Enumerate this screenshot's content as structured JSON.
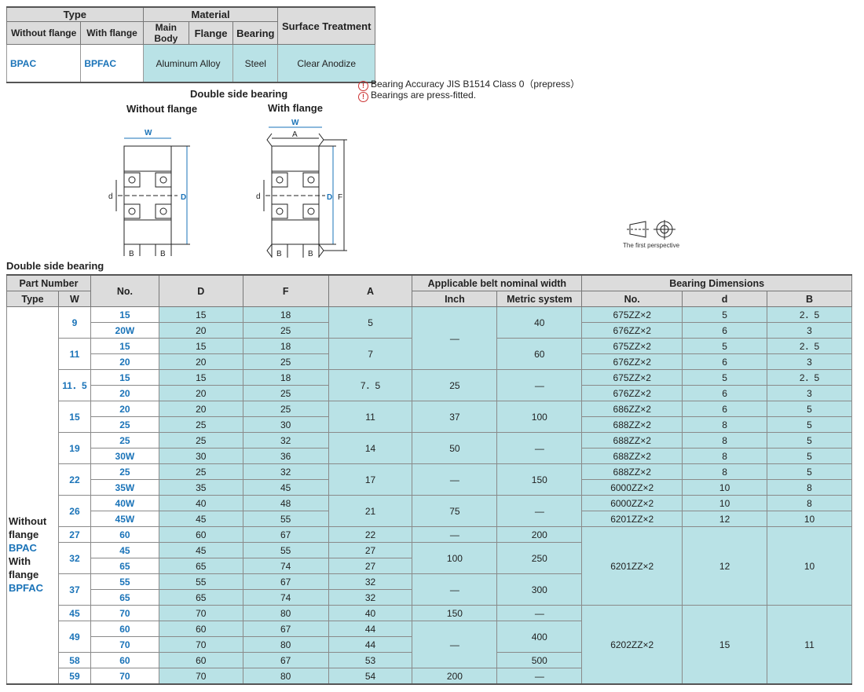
{
  "material_table": {
    "headers": {
      "type": "Type",
      "without_flange": "Without flange",
      "with_flange": "With flange",
      "material": "Material",
      "main_body": "Main Body",
      "flange": "Flange",
      "bearing": "Bearing",
      "surface_treatment": "Surface Treatment"
    },
    "row": {
      "without_flange": "BPAC",
      "with_flange": "BPFAC",
      "main_body": "Aluminum Alloy",
      "bearing": "Steel",
      "surface_treatment": "Clear Anodize"
    }
  },
  "notes": [
    "Bearing Accuracy JIS B1514 Class 0（prepress）",
    "Bearings are press-fitted."
  ],
  "diagram": {
    "title": "Double side bearing",
    "left_caption": "Without flange",
    "right_caption": "With flange",
    "dim_labels": {
      "W": "W",
      "D": "D",
      "d": "d",
      "B": "B",
      "A": "A",
      "F": "F"
    },
    "perspective": "The first perspective"
  },
  "section_title": "Double side bearing",
  "main_table": {
    "headers": {
      "part_number": "Part Number",
      "type": "Type",
      "w": "W",
      "no": "No.",
      "D": "D",
      "F": "F",
      "A": "A",
      "belt": "Applicable belt nominal width",
      "inch": "Inch",
      "metric": "Metric system",
      "bearing_dims": "Bearing Dimensions",
      "b_no": "No.",
      "b_d": "d",
      "b_B": "B"
    },
    "type_text": {
      "l1": "Without",
      "l2": "flange",
      "l3": "BPAC",
      "l4": "With",
      "l5": "flange",
      "l6": "BPFAC"
    },
    "rows": [
      {
        "w": "9",
        "no": "15",
        "D": "15",
        "F": "18",
        "A": "5",
        "inch": "—",
        "metric": "40",
        "bno": "675ZZ×2",
        "d": "5",
        "B": "2．5"
      },
      {
        "no": "20W",
        "D": "20",
        "F": "25",
        "bno": "676ZZ×2",
        "d": "6",
        "B": "3"
      },
      {
        "w": "11",
        "no": "15",
        "D": "15",
        "F": "18",
        "A": "7",
        "metric": "60",
        "bno": "675ZZ×2",
        "d": "5",
        "B": "2．5"
      },
      {
        "no": "20",
        "D": "20",
        "F": "25",
        "bno": "676ZZ×2",
        "d": "6",
        "B": "3"
      },
      {
        "w": "11．5",
        "no": "15",
        "D": "15",
        "F": "18",
        "A": "7．5",
        "inch": "25",
        "metric": "—",
        "bno": "675ZZ×2",
        "d": "5",
        "B": "2．5"
      },
      {
        "no": "20",
        "D": "20",
        "F": "25",
        "bno": "676ZZ×2",
        "d": "6",
        "B": "3"
      },
      {
        "w": "15",
        "no": "20",
        "D": "20",
        "F": "25",
        "A": "11",
        "inch": "37",
        "metric": "100",
        "bno": "686ZZ×2",
        "d": "6",
        "B": "5"
      },
      {
        "no": "25",
        "D": "25",
        "F": "30",
        "bno": "688ZZ×2",
        "d": "8",
        "B": "5"
      },
      {
        "w": "19",
        "no": "25",
        "D": "25",
        "F": "32",
        "A": "14",
        "inch": "50",
        "metric": "—",
        "bno": "688ZZ×2",
        "d": "8",
        "B": "5"
      },
      {
        "no": "30W",
        "D": "30",
        "F": "36",
        "bno": "688ZZ×2",
        "d": "8",
        "B": "5"
      },
      {
        "w": "22",
        "no": "25",
        "D": "25",
        "F": "32",
        "A": "17",
        "inch": "—",
        "metric": "150",
        "bno": "688ZZ×2",
        "d": "8",
        "B": "5"
      },
      {
        "no": "35W",
        "D": "35",
        "F": "45",
        "bno": "6000ZZ×2",
        "d": "10",
        "B": "8"
      },
      {
        "w": "26",
        "no": "40W",
        "D": "40",
        "F": "48",
        "A": "21",
        "inch": "75",
        "metric": "—",
        "bno": "6000ZZ×2",
        "d": "10",
        "B": "8"
      },
      {
        "no": "45W",
        "D": "45",
        "F": "55",
        "bno": "6201ZZ×2",
        "d": "12",
        "B": "10"
      },
      {
        "w": "27",
        "no": "60",
        "D": "60",
        "F": "67",
        "A": "22",
        "inch": "—",
        "metric": "200",
        "bno": "6201ZZ×2",
        "d": "12",
        "B": "10"
      },
      {
        "w": "32",
        "no": "45",
        "D": "45",
        "F": "55",
        "A": "27",
        "inch": "100",
        "metric": "250"
      },
      {
        "no": "65",
        "D": "65",
        "F": "74",
        "A": "27"
      },
      {
        "w": "37",
        "no": "55",
        "D": "55",
        "F": "67",
        "A": "32",
        "inch": "—",
        "metric": "300"
      },
      {
        "no": "65",
        "D": "65",
        "F": "74",
        "A": "32"
      },
      {
        "w": "45",
        "no": "70",
        "D": "70",
        "F": "80",
        "A": "40",
        "inch": "150",
        "metric": "—",
        "bno": "6202ZZ×2",
        "d": "15",
        "B": "11"
      },
      {
        "w": "49",
        "no": "60",
        "D": "60",
        "F": "67",
        "A": "44",
        "inch": "—",
        "metric": "400"
      },
      {
        "no": "70",
        "D": "70",
        "F": "80",
        "A": "44"
      },
      {
        "w": "58",
        "no": "60",
        "D": "60",
        "F": "67",
        "A": "53",
        "metric": "500"
      },
      {
        "w": "59",
        "no": "70",
        "D": "70",
        "F": "80",
        "A": "54",
        "inch": "200",
        "metric": "—"
      }
    ]
  }
}
